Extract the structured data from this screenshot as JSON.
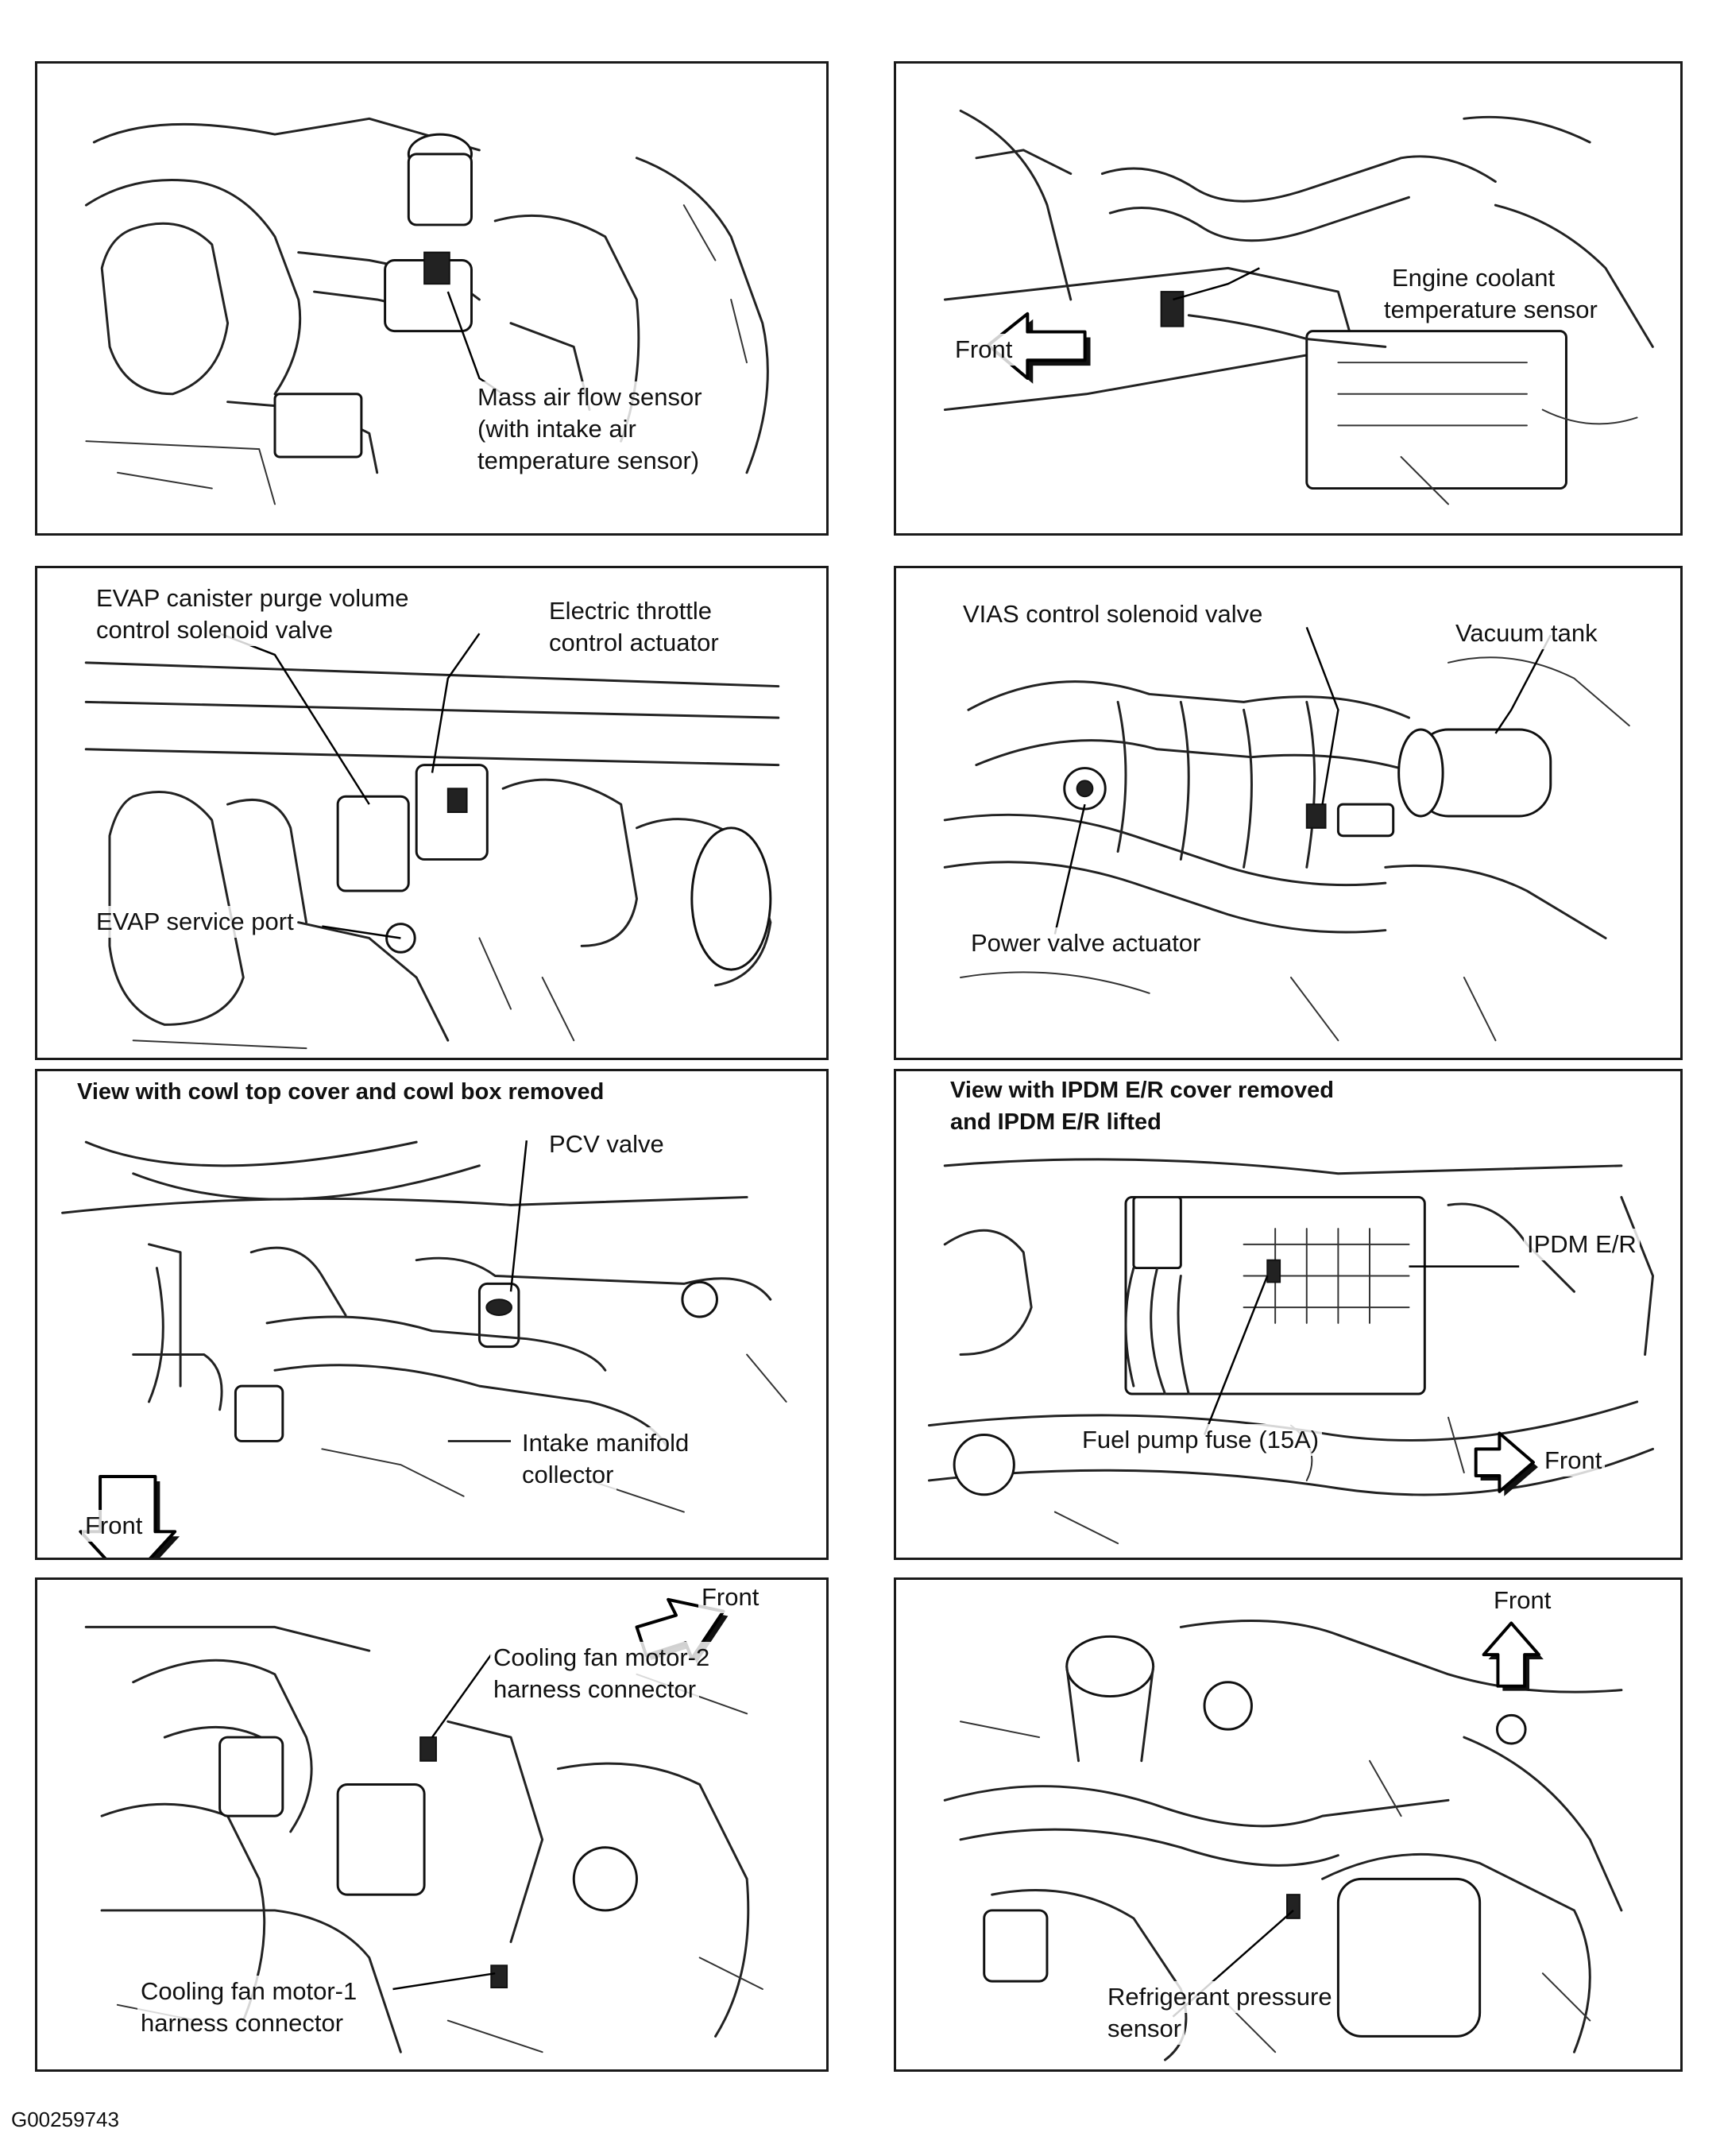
{
  "panels": [
    {
      "id": "maf",
      "labels": {
        "maf_line1": "Mass air flow sensor",
        "maf_line2": "(with intake air",
        "maf_line3": "temperature sensor)"
      }
    },
    {
      "id": "ect",
      "labels": {
        "ect_line1": "Engine coolant",
        "ect_line2": "temperature sensor",
        "front": "Front"
      }
    },
    {
      "id": "evap",
      "labels": {
        "purge_line1": "EVAP canister purge volume",
        "purge_line2": "control solenoid valve",
        "etc_line1": "Electric throttle",
        "etc_line2": "control actuator",
        "service_port": "EVAP service port"
      }
    },
    {
      "id": "vias",
      "labels": {
        "vias": "VIAS control solenoid valve",
        "vacuum_tank": "Vacuum tank",
        "power_valve": "Power valve actuator"
      }
    },
    {
      "id": "pcv",
      "header": "View with cowl top cover and cowl box removed",
      "labels": {
        "pcv": "PCV valve",
        "intake_line1": "Intake manifold",
        "intake_line2": "collector",
        "front": "Front"
      }
    },
    {
      "id": "ipdm",
      "header_line1": "View with IPDM E/R cover removed",
      "header_line2": "and IPDM E/R lifted",
      "labels": {
        "ipdm": "IPDM E/R",
        "fuse": "Fuel pump fuse (15A)",
        "front": "Front"
      }
    },
    {
      "id": "fan",
      "labels": {
        "front": "Front",
        "m2_line1": "Cooling fan motor-2",
        "m2_line2": "harness connector",
        "m1_line1": "Cooling fan motor-1",
        "m1_line2": "harness connector"
      }
    },
    {
      "id": "refrig",
      "labels": {
        "front": "Front",
        "refrig_line1": "Refrigerant pressure",
        "refrig_line2": "sensor"
      }
    }
  ],
  "figure_code": "G00259743"
}
